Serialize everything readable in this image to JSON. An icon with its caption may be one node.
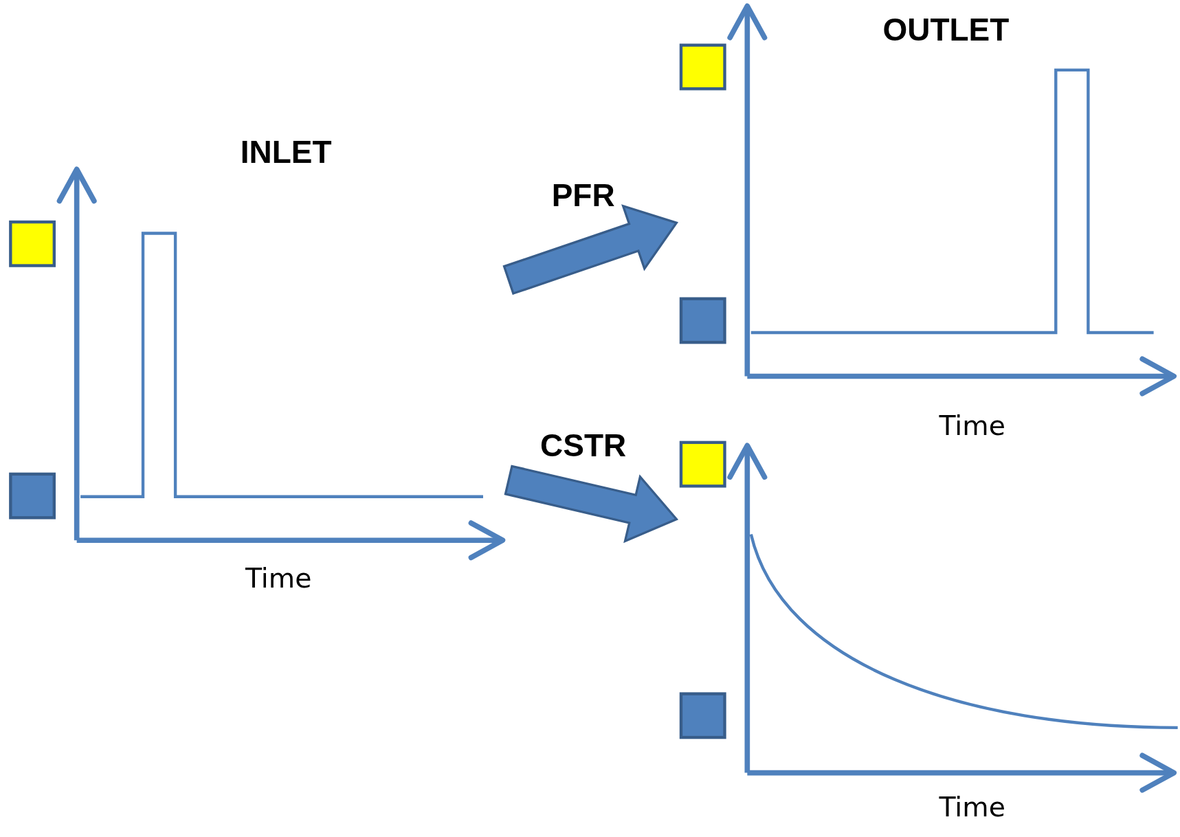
{
  "diagram": {
    "nodes": [
      {
        "text": [
          "INLET",
          "Time"
        ]
      },
      {
        "text": [
          "OUTLET",
          "Time"
        ]
      },
      {
        "text": [
          "Time"
        ]
      }
    ],
    "edges": [
      {
        "from": 0,
        "to": 1,
        "arrow": "to",
        "label": "PFR"
      },
      {
        "from": 0,
        "to": 2,
        "arrow": "to",
        "label": "CSTR"
      }
    ]
  }
}
